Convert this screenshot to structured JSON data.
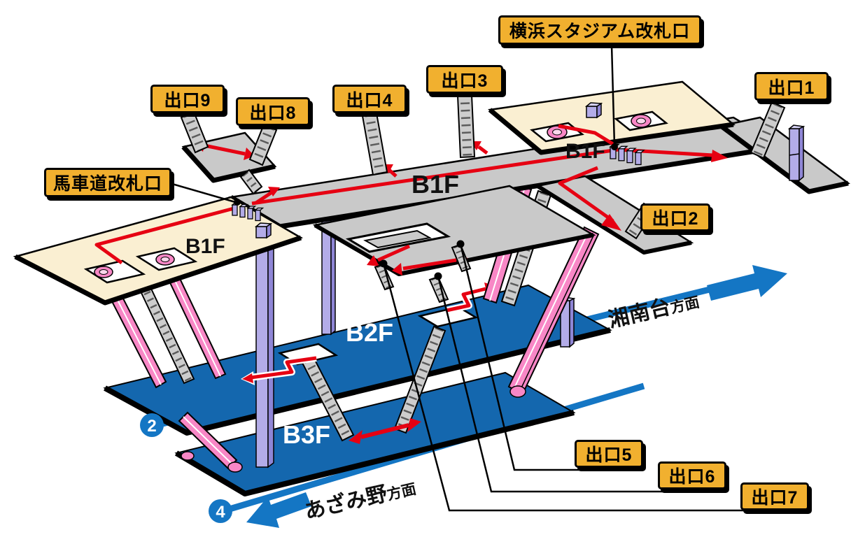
{
  "floors": {
    "b1": "B1F",
    "b2": "B2F",
    "b3": "B3F"
  },
  "exits": {
    "e1": "出口1",
    "e2": "出口2",
    "e3": "出口3",
    "e4": "出口4",
    "e5": "出口5",
    "e6": "出口6",
    "e7": "出口7",
    "e8": "出口8",
    "e9": "出口9"
  },
  "gates": {
    "yokohama_stadium": "横浜スタジアム改札口",
    "bashamichi": "馬車道改札口"
  },
  "directions": {
    "shonandai": "湘南台",
    "azamino": "あざみ野",
    "suffix": "方面"
  },
  "platforms": {
    "track2": "2",
    "track4": "4"
  },
  "colors": {
    "label_yellow": "#F1B02F",
    "floor_gray": "#C9C9C9",
    "floor_cream": "#FAEFD2",
    "floor_blue": "#1467AE",
    "line_blue": "#1476C4",
    "route_red": "#E60012",
    "pillar_purple": "#B3ACE8",
    "escalator_pink": "#F887C6"
  }
}
